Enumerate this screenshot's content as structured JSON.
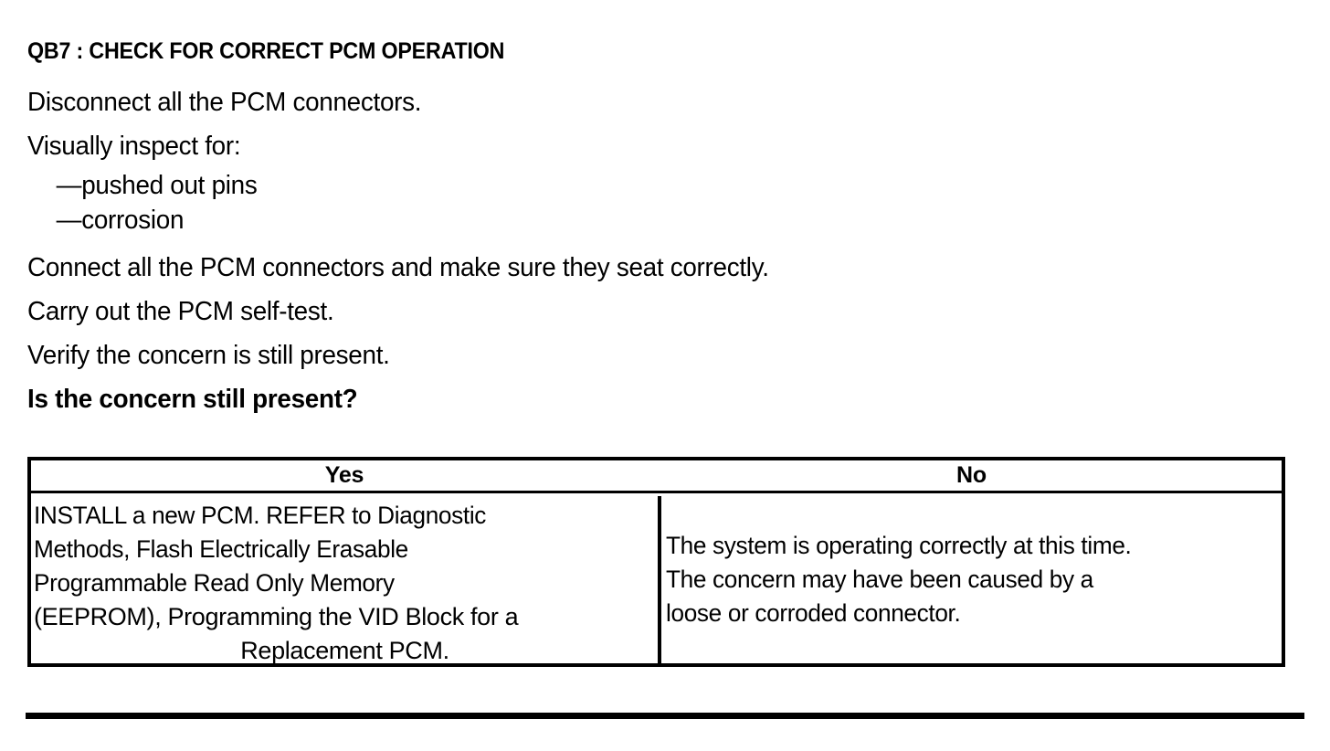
{
  "document": {
    "step_title": "QB7 : CHECK FOR CORRECT PCM OPERATION",
    "procedure": {
      "line_1": "Disconnect all the PCM connectors.",
      "line_2": "Visually inspect for:",
      "bullets": [
        "—pushed out pins",
        "—corrosion"
      ],
      "line_3": "Connect all the PCM connectors and make sure they seat correctly.",
      "line_4": "Carry out the PCM self-test.",
      "line_5": "Verify the concern is still present.",
      "question": "Is the concern still present?"
    },
    "decision_table": {
      "headers": {
        "yes": "Yes",
        "no": "No"
      },
      "yes_cell_lines": [
        "INSTALL a new PCM. REFER to Diagnostic",
        "Methods,  Flash Electrically Erasable",
        "Programmable Read Only Memory",
        "(EEPROM), Programming the VID Block for a",
        "Replacement PCM."
      ],
      "no_cell_lines": [
        "The system is operating correctly at this time.",
        "The concern may have been caused by a",
        "loose or corroded connector."
      ]
    },
    "colors": {
      "ink": "#000000",
      "paper": "#ffffff"
    }
  }
}
